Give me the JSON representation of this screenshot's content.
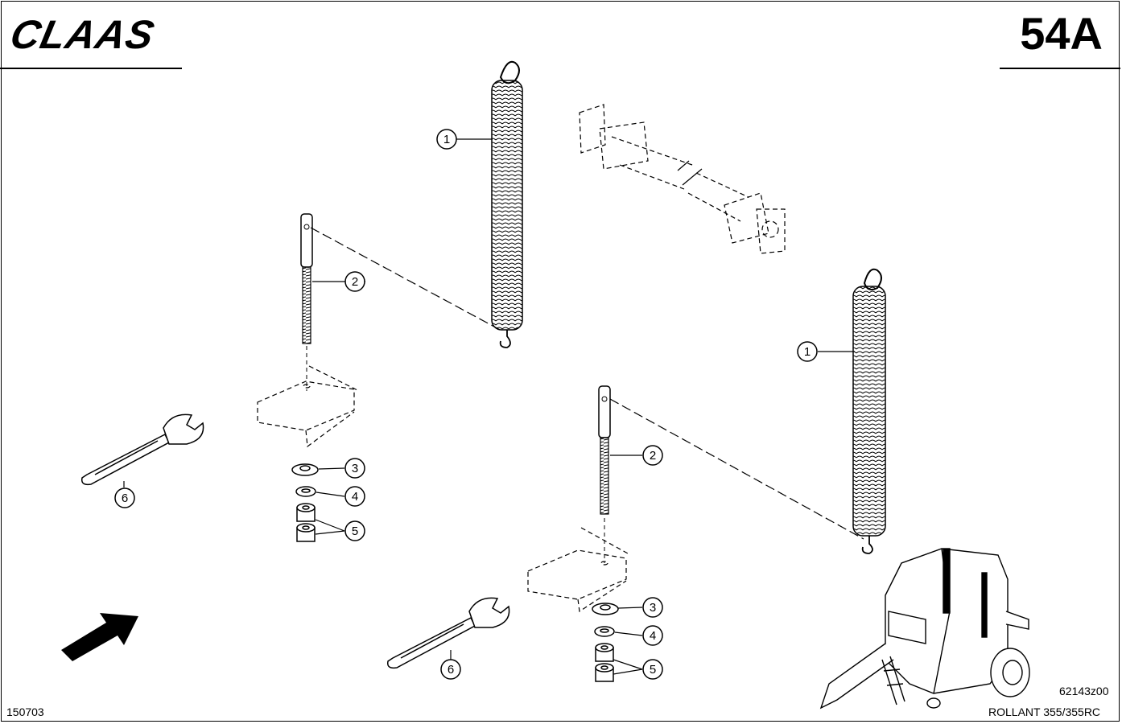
{
  "header": {
    "brand": "CLAAS",
    "page_number": "54A"
  },
  "footer": {
    "date_code": "150703",
    "drawing_number": "62143z00",
    "model": "ROLLANT 355/355RC"
  },
  "callouts": [
    {
      "id": "c1a",
      "label": "1"
    },
    {
      "id": "c2a",
      "label": "2"
    },
    {
      "id": "c3a",
      "label": "3"
    },
    {
      "id": "c4a",
      "label": "4"
    },
    {
      "id": "c5a",
      "label": "5"
    },
    {
      "id": "c6a",
      "label": "6"
    },
    {
      "id": "c1b",
      "label": "1"
    },
    {
      "id": "c2b",
      "label": "2"
    },
    {
      "id": "c3b",
      "label": "3"
    },
    {
      "id": "c4b",
      "label": "4"
    },
    {
      "id": "c5b",
      "label": "5"
    },
    {
      "id": "c6b",
      "label": "6"
    }
  ]
}
